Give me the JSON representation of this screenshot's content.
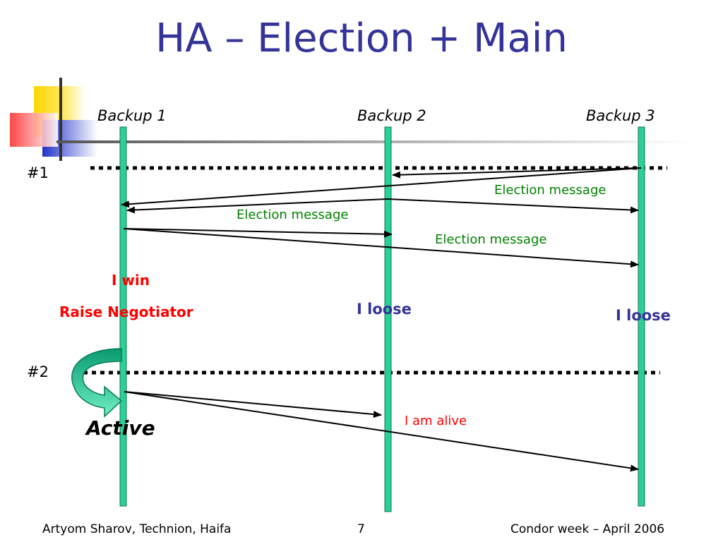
{
  "title": "HA – Election + Main",
  "nodes": [
    "Backup 1",
    "Backup 2",
    "Backup 3"
  ],
  "phases": [
    "#1",
    "#2"
  ],
  "messages": {
    "election_1": "Election message",
    "election_2": "Election message",
    "election_3": "Election message",
    "alive": "I am alive"
  },
  "status": {
    "win": "I win",
    "raise": "Raise Negotiator",
    "loose_b2": "I loose",
    "loose_b3": "I loose",
    "active": "Active"
  },
  "footer": {
    "left": "Artyom Sharov, Technion, Haifa",
    "page": "7",
    "right": "Condor week – April 2006"
  },
  "colors": {
    "title": "#333399",
    "lifeline": "#2ecf96",
    "message_text": "#008000",
    "status_red": "#ff0000",
    "status_blue": "#333399",
    "corner_yellow": "#ffd700",
    "corner_red": "#ff3333",
    "corner_blue": "#2233cc"
  }
}
